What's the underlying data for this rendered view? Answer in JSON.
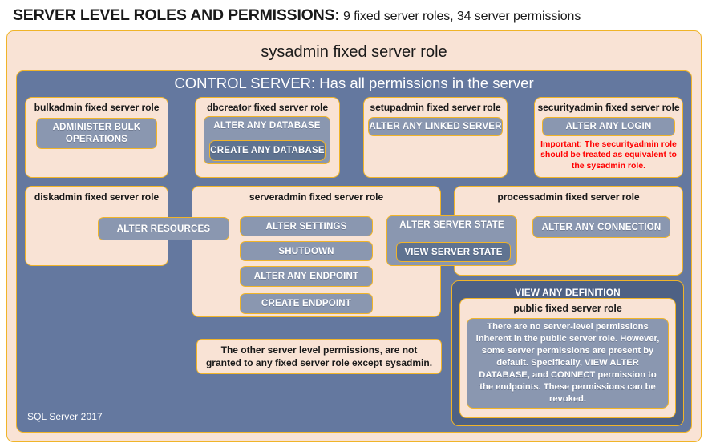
{
  "title": {
    "strong": "SERVER LEVEL ROLES AND PERMISSIONS:",
    "rest": " 9 fixed server roles, 34 server permissions"
  },
  "colors": {
    "peach_fill": "#f9e3d5",
    "gold_border": "#f0b429",
    "slate_fill": "#64789f",
    "permission_fill": "#8a97b0",
    "permission_fill_dark": "#5f7391",
    "warning_text": "#ff0000",
    "page_background": "#ffffff"
  },
  "sysadmin": {
    "label": "sysadmin fixed server role"
  },
  "control_server": {
    "label": "CONTROL SERVER: Has all permissions in the server"
  },
  "roles": {
    "bulkadmin": {
      "label": "bulkadmin fixed server role",
      "permissions": [
        "ADMINISTER  BULK",
        "OPERATIONS"
      ]
    },
    "dbcreator": {
      "label": "dbcreator fixed server role",
      "permission_outer": "ALTER ANY DATABASE",
      "permission_inner": "CREATE  ANY DATABASE"
    },
    "setupadmin": {
      "label": "setupadmin fixed server role",
      "permission": "ALTER ANY LINKED SERVER"
    },
    "securityadmin": {
      "label": "securityadmin fixed server role",
      "permission": "ALTER ANY LOGIN",
      "note": "Important:  The securityadmin role should  be treated as equivalent to the sysadmin role."
    },
    "diskadmin": {
      "label": "diskadmin fixed server role",
      "permission": "ALTER RESOURCES"
    },
    "serveradmin": {
      "label": "serveradmin fixed server role",
      "permissions": [
        "ALTER SETTINGS",
        "SHUTDOWN",
        "ALTER ANY ENDPOINT",
        "CREATE  ENDPOINT"
      ],
      "permission_outer": "ALTER SERVER  STATE",
      "permission_inner": "VIEW SERVER  STATE"
    },
    "processadmin": {
      "label": "processadmin fixed server role",
      "permission": "ALTER ANY CONNECTION"
    },
    "public": {
      "view_any_definition": "VIEW ANY DEFINITION",
      "label": "public  fixed server role",
      "body": "There are no server-level permissions inherent in the public server role. However, some server permissions are present by default. Specifically, VIEW ALTER DATABASE, and CONNECT permission to the endpoints. These permissions can be revoked."
    }
  },
  "other_permissions_note": "The other server level permissions,  are not granted to any fixed server role except sysadmin.",
  "footer": {
    "label": "SQL Server 2017"
  }
}
